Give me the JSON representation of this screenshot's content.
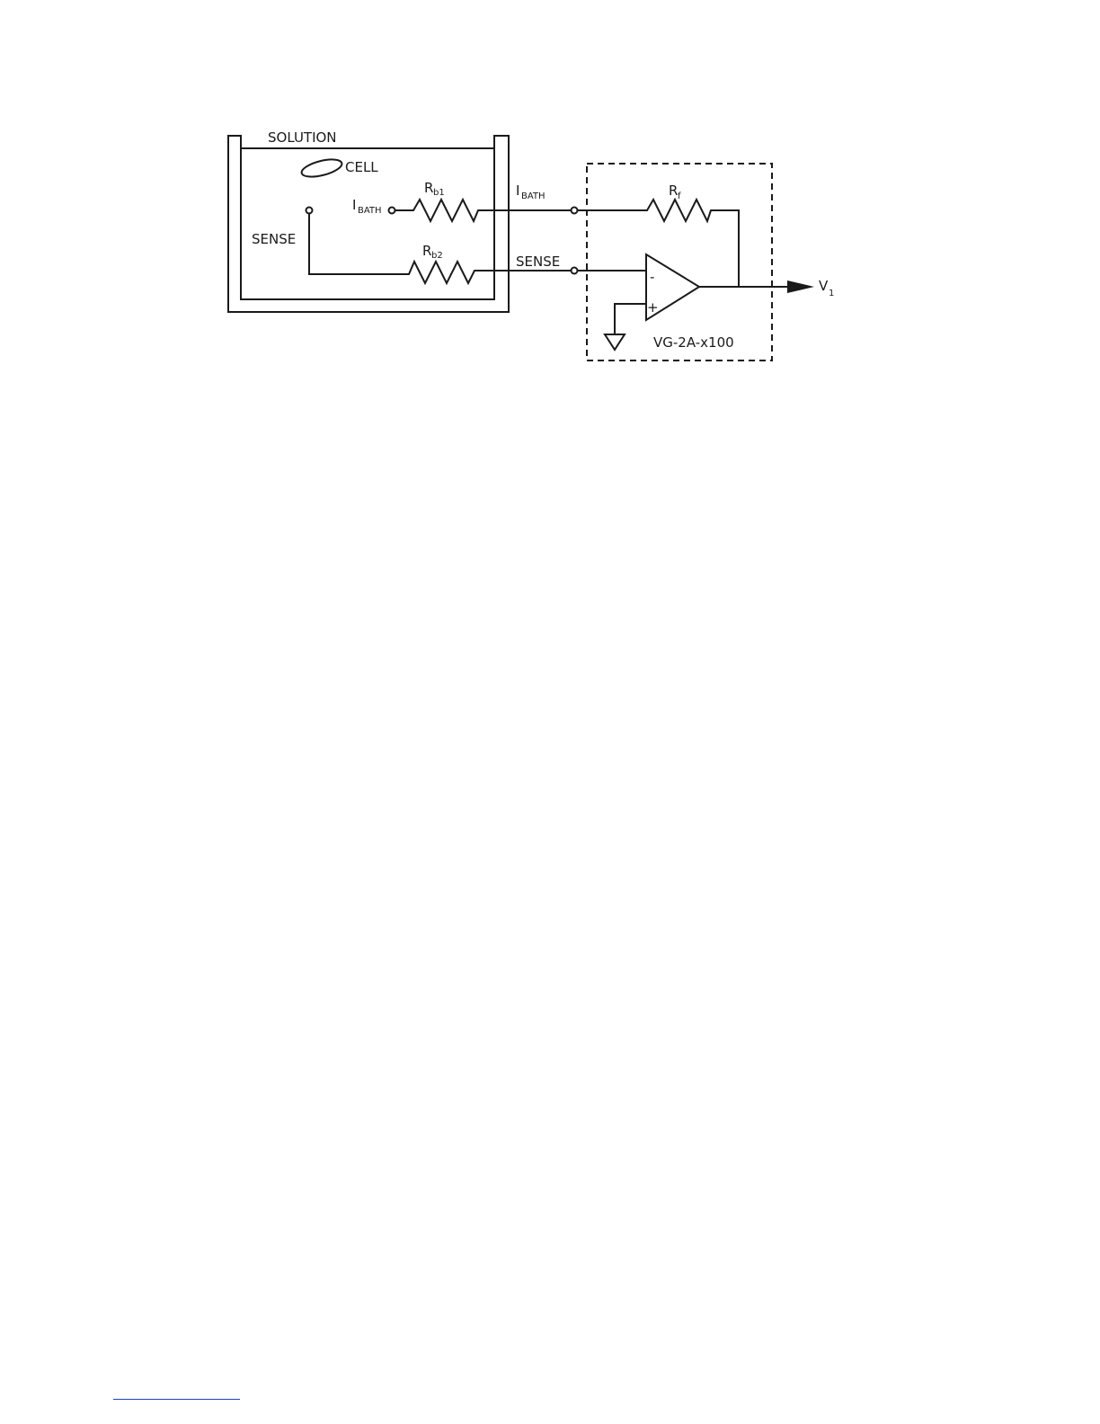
{
  "labels": {
    "solution": "SOLUTION",
    "cell": "CELL",
    "sense_left": "SENSE",
    "i_bath_left": "I",
    "i_bath_left_sub": "BATH",
    "rb1": "R",
    "rb1_sub": "b1",
    "rb2": "R",
    "rb2_sub": "b2",
    "i_bath_right": "I",
    "i_bath_right_sub": "BATH",
    "sense_right": "SENSE",
    "rf": "R",
    "rf_sub": "f",
    "opamp_minus": "-",
    "opamp_plus": "+",
    "amplifier_model": "VG-2A-x100",
    "output": "V",
    "output_sub": "1"
  },
  "colors": {
    "line": "#1a1a1a",
    "footnote_rule": "#1f3fbf"
  }
}
